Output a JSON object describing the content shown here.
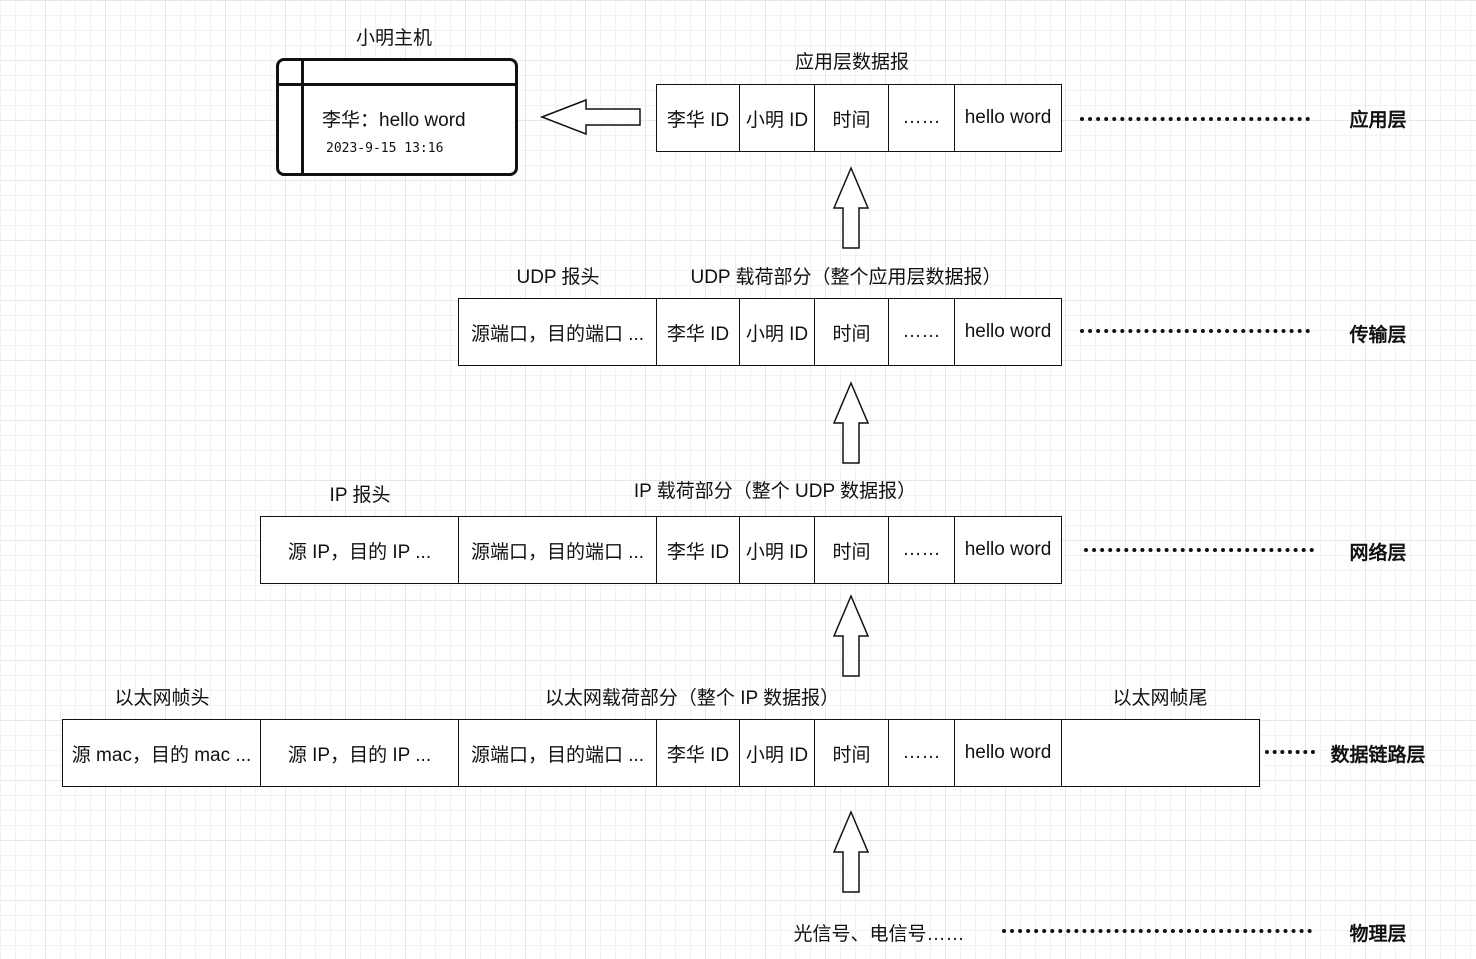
{
  "host": {
    "title": "小明主机",
    "message": "李华：hello word",
    "timestamp": "2023-9-15 13:16"
  },
  "layers": {
    "application": "应用层",
    "transport": "传输层",
    "network": "网络层",
    "datalink": "数据链路层",
    "physical": "物理层"
  },
  "labels": {
    "app_datagram": "应用层数据报",
    "udp_header": "UDP 报头",
    "udp_payload": "UDP 载荷部分（整个应用层数据报）",
    "ip_header": "IP 报头",
    "ip_payload": "IP 载荷部分（整个 UDP 数据报）",
    "eth_header": "以太网帧头",
    "eth_payload": "以太网载荷部分（整个 IP 数据报）",
    "eth_trailer": "以太网帧尾",
    "physical_signal": "光信号、电信号……"
  },
  "fields": {
    "sender_id": "李华 ID",
    "receiver_id": "小明 ID",
    "time": "时间",
    "ellipsis": "……",
    "content": "hello word",
    "udp_ports": "源端口，目的端口 ...",
    "ip_addrs": "源 IP，目的 IP ...",
    "mac_addrs": "源 mac，目的 mac ...",
    "trailer": ""
  }
}
